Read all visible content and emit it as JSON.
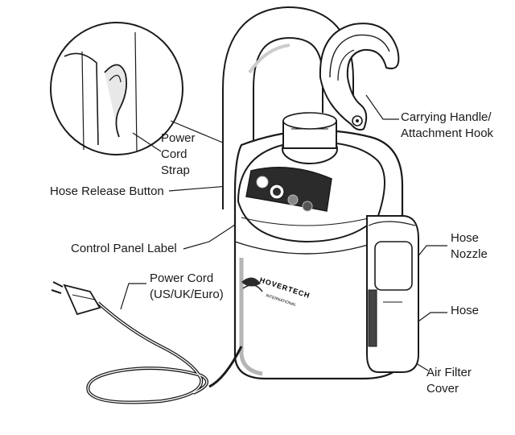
{
  "diagram": {
    "labels": {
      "carrying_handle": [
        "Carrying Handle/",
        "Attachment Hook"
      ],
      "power_cord_strap": [
        "Power",
        "Cord",
        "Strap"
      ],
      "hose_release_button": "Hose Release Button",
      "control_panel_label": "Control Panel Label",
      "power_cord": [
        "Power Cord",
        "(US/UK/Euro)"
      ],
      "hose_nozzle": [
        "Hose",
        "Nozzle"
      ],
      "hose": "Hose",
      "air_filter_cover": [
        "Air Filter",
        "Cover"
      ]
    },
    "logo": {
      "brand": "HOVERTECH",
      "tagline": "INTERNATIONAL"
    },
    "colors": {
      "stroke": "#1a1a1a",
      "body_fill": "#ffffff",
      "shade": "#d8d8d8",
      "panel": "#2b2b2b"
    }
  }
}
